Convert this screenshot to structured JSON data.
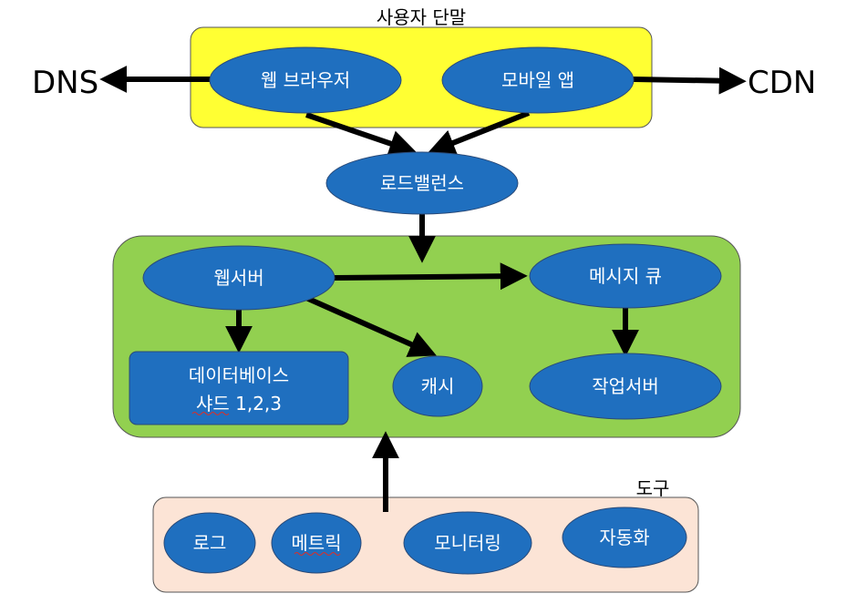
{
  "groups": {
    "user_terminal": "사용자 단말",
    "tools": "도구"
  },
  "external": {
    "dns": "DNS",
    "cdn": "CDN"
  },
  "nodes": {
    "web_browser": "웹 브라우저",
    "mobile_app": "모바일 앱",
    "load_balancer": "로드밸런스",
    "web_server": "웹서버",
    "message_queue": "메시지 큐",
    "database_line1": "데이터베이스",
    "database_line2": "샤드 1,2,3",
    "cache": "캐시",
    "worker_server": "작업서버",
    "log": "로그",
    "metrics": "메트릭",
    "monitoring": "모니터링",
    "automation": "자동화"
  },
  "colors": {
    "user_terminal_fill": "#ffff33",
    "server_tier_fill": "#92d050",
    "tools_fill": "#fce4d6",
    "node_fill": "#1f6fbf",
    "node_stroke": "#2a4a78",
    "arrow": "#000000"
  }
}
